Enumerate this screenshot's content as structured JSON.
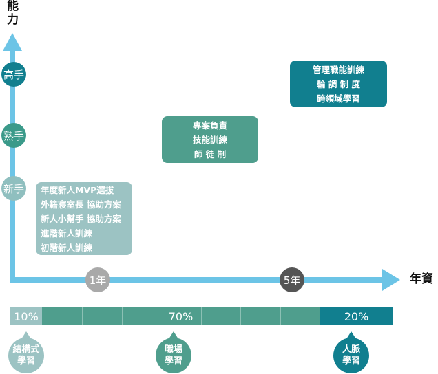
{
  "axes": {
    "y_title_line1": "能",
    "y_title_line2": "力",
    "x_title": "年資"
  },
  "levels": [
    {
      "label": "高手",
      "color": "#117f8f"
    },
    {
      "label": "熟手",
      "color": "#3b9a8a"
    },
    {
      "label": "新手",
      "color": "#8fbfbf"
    }
  ],
  "years": [
    {
      "label": "1年",
      "color": "#a9a9a9"
    },
    {
      "label": "5年",
      "color": "#555555"
    }
  ],
  "boxes": {
    "novice": {
      "color": "#9cc3c3",
      "lines": [
        "年度新人MVP選拔",
        "外籍寢室長 協助方案",
        "新人小幫手 協助方案",
        "進階新人訓練",
        "初階新人訓練"
      ]
    },
    "skilled": {
      "color": "#4f9e8d",
      "lines": [
        "專案負責",
        "技能訓練",
        "師 徒 制"
      ]
    },
    "expert": {
      "color": "#117f8f",
      "lines": [
        "管理職能訓練",
        "輪 調 制 度",
        "跨領域學習"
      ]
    }
  },
  "bar": {
    "segments": [
      {
        "label": "10%",
        "color": "#9cc3c3"
      },
      {
        "label": "70%",
        "color": "#4f9e8d"
      },
      {
        "label": "20%",
        "color": "#117f8f"
      }
    ]
  },
  "drops": [
    {
      "line1": "結構式",
      "line2": "學習",
      "color": "#9cc3c3"
    },
    {
      "line1": "職場",
      "line2": "學習",
      "color": "#4f9e8d"
    },
    {
      "line1": "人脈",
      "line2": "學習",
      "color": "#117f8f"
    }
  ],
  "colors": {
    "axis": "#6cc4e6"
  }
}
